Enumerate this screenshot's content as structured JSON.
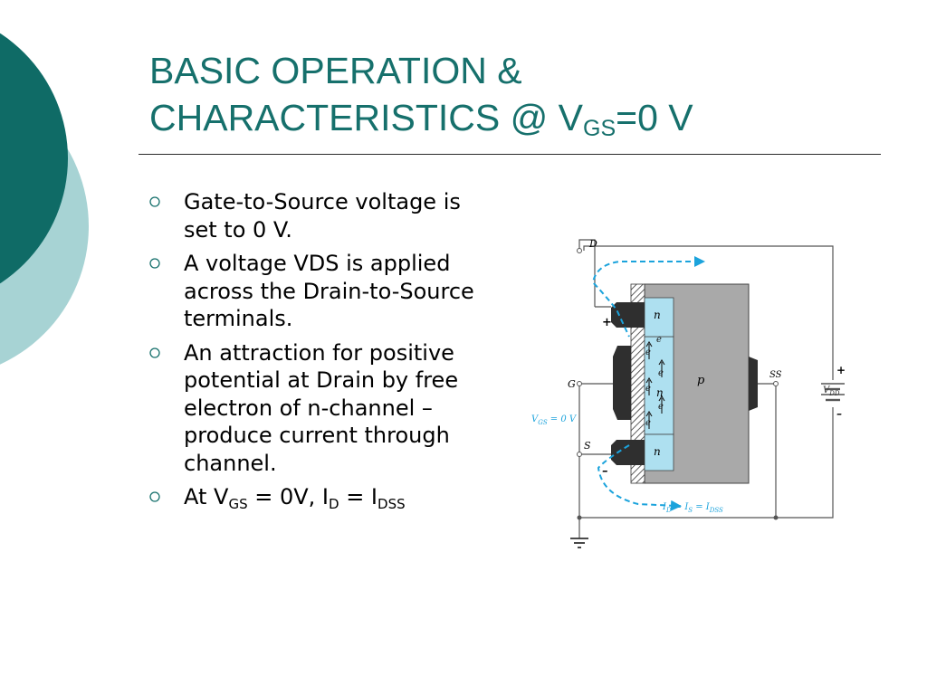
{
  "slide": {
    "title": {
      "line1": "BASIC OPERATION &",
      "line2_prefix": "CHARACTERISTICS @ V",
      "line2_sub": "GS",
      "line2_suffix": "=0 V"
    },
    "bullets": [
      {
        "text": "Gate-to-Source voltage is set to 0 V."
      },
      {
        "text": "A voltage VDS is applied across the Drain-to-Source terminals."
      },
      {
        "text": "An attraction for positive potential at Drain by free electron of n-channel – produce current through channel."
      },
      {
        "parts": {
          "a": "At V",
          "a_sub": "GS",
          "b": " = 0V, I",
          "b_sub": "D",
          "c": " = I",
          "c_sub": "DSS"
        }
      }
    ]
  },
  "diagram": {
    "labels": {
      "drain": "D",
      "gate": "G",
      "source": "S",
      "substrate": "SS",
      "region_n": "n",
      "region_p": "p",
      "electron": "e",
      "plus": "+",
      "minus": "–",
      "vgs_prefix": "V",
      "vgs_sub": "GS",
      "vgs_suffix": " = 0 V",
      "vdd_prefix": "V",
      "vdd_sub": "DD",
      "id_prefix": "I",
      "id_sub": "D",
      "is_prefix": " = I",
      "is_sub": "S",
      "idss_prefix": " = I",
      "idss_sub": "DSS"
    },
    "colors": {
      "teal": "#16706c",
      "light_teal": "#a7d3d4",
      "substrate": "#a9a9a9",
      "n_region": "#aee0f0",
      "current": "#1ba3dc",
      "wire": "#555555"
    }
  }
}
